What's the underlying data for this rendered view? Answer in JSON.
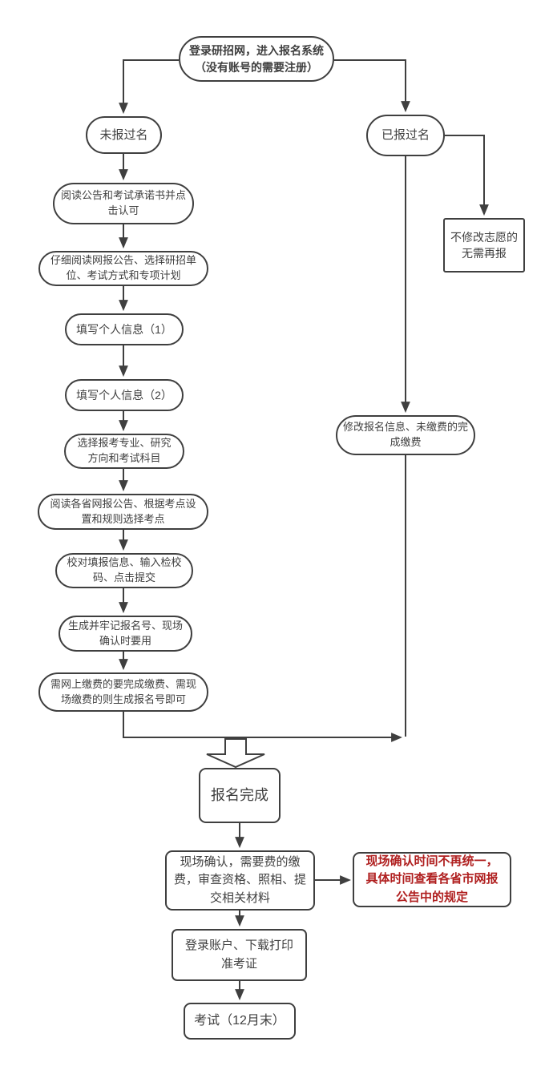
{
  "colors": {
    "line": "#3f3f3f",
    "text": "#3f3f3f",
    "highlight_red": "#b02020",
    "background": "#ffffff"
  },
  "nodes": {
    "start": {
      "lines": [
        "登录研招网，进入报名系统",
        "（没有账号的需要注册）"
      ]
    },
    "not_registered": {
      "lines": [
        "未报过名"
      ]
    },
    "registered": {
      "lines": [
        "已报过名"
      ]
    },
    "no_modify": {
      "lines": [
        "不修改志愿的",
        "无需再报"
      ]
    },
    "read_notice": {
      "lines": [
        "阅读公告和考试承诺书并点",
        "击认可"
      ]
    },
    "read_online_notice": {
      "lines": [
        "仔细阅读网报公告、选择研招单",
        "位、考试方式和专项计划"
      ]
    },
    "personal_info_1": {
      "lines": [
        "填写个人信息（1）"
      ]
    },
    "personal_info_2": {
      "lines": [
        "填写个人信息（2）"
      ]
    },
    "choose_major": {
      "lines": [
        "选择报考专业、研究",
        "方向和考试科目"
      ]
    },
    "province_notice": {
      "lines": [
        "阅读各省网报公告、根据考点设",
        "置和规则选择考点"
      ]
    },
    "verify_submit": {
      "lines": [
        "校对填报信息、输入检校",
        "码、点击提交"
      ]
    },
    "reg_number": {
      "lines": [
        "生成并牢记报名号、现场",
        "确认时要用"
      ]
    },
    "pay_fee": {
      "lines": [
        "需网上缴费的要完成缴费、需现",
        "场缴费的则生成报名号即可"
      ]
    },
    "modify_info": {
      "lines": [
        "修改报名信息、未缴费的完",
        "成缴费"
      ]
    },
    "reg_complete": {
      "lines": [
        "报名完成"
      ]
    },
    "onsite_confirm": {
      "lines": [
        "现场确认，需要费的缴",
        "费，审查资格、照相、提",
        "交相关材料"
      ]
    },
    "onsite_note": {
      "lines": [
        "现场确认时间不再统一，",
        "具体时间查看各省市网报",
        "公告中的规定"
      ]
    },
    "print_ticket": {
      "lines": [
        "登录账户、下载打印",
        "准考证"
      ]
    },
    "exam": {
      "lines": [
        "考试（12月末）"
      ]
    }
  }
}
